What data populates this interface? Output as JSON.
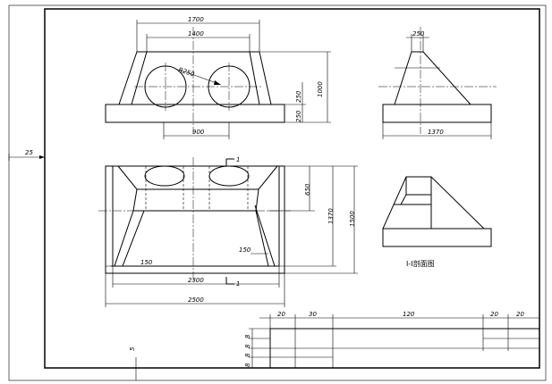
{
  "front_view": {
    "dim_top_outer": "1700",
    "dim_top_inner": "1400",
    "dim_radius": "R250",
    "dim_right_total": "1000",
    "dim_right_mid": "250",
    "dim_right_base": "250",
    "dim_bottom": "900"
  },
  "side_view": {
    "dim_top": "250",
    "dim_bottom": "1370"
  },
  "plan_view": {
    "dim_right_inner": "650",
    "dim_right_mid": "1370",
    "dim_right_outer": "1500",
    "dim_leg_left": "150",
    "dim_leg_right": "150",
    "dim_bottom_inner": "2300",
    "dim_bottom_outer": "2500",
    "section_mark_top": "1",
    "section_mark_bottom": "1"
  },
  "section_view": {
    "caption": "Ⅰ-Ⅰ剖面图"
  },
  "frame": {
    "dim_left_margin": "25",
    "dim_bottom_margin": "5"
  },
  "title_block": {
    "col_widths": [
      "20",
      "30",
      "120",
      "20",
      "20"
    ],
    "row_heights": [
      "8",
      "8",
      "8",
      "8"
    ]
  }
}
